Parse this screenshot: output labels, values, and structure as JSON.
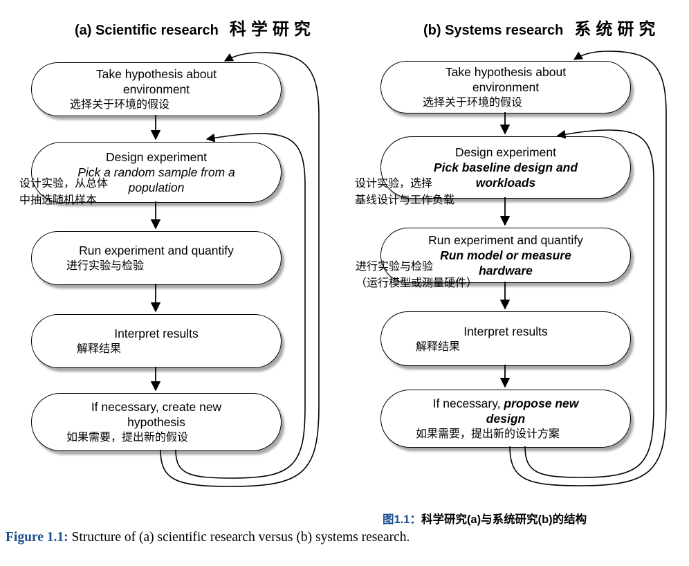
{
  "accent_color": "#1d4f91",
  "diagram": {
    "column_a": {
      "title_en": "(a) Scientific research",
      "title_zh": "科学研究",
      "box1": {
        "l1": "Take hypothesis about",
        "l2": "environment",
        "zh": "选择关于环境的假设"
      },
      "box2": {
        "l1": "Design experiment",
        "l2": "Pick a random sample from a",
        "l3": "population",
        "note_l1": "设计实验，从总体",
        "note_l2": "中抽选随机样本"
      },
      "box3": {
        "l1": "Run experiment and quantify",
        "zh": "进行实验与检验"
      },
      "box4": {
        "l1": "Interpret results",
        "zh": "解释结果"
      },
      "box5": {
        "l1": "If necessary, create new",
        "l2": "hypothesis",
        "zh": "如果需要，提出新的假设"
      }
    },
    "column_b": {
      "title_en": "(b) Systems research",
      "title_zh": "系统研究",
      "box1": {
        "l1": "Take hypothesis about",
        "l2": "environment",
        "zh": "选择关于环境的假设"
      },
      "box2": {
        "l1": "Design experiment",
        "l2": "Pick baseline design and",
        "l3": "workloads",
        "note_l1": "设计实验，选择",
        "note_l2": "基线设计与工作负载"
      },
      "box3": {
        "l1": "Run experiment and quantify",
        "l2": "Run model or measure",
        "l3": "hardware",
        "note_l1": "进行实验与检验",
        "note_l2": "（运行模型或测量硬件）"
      },
      "box4": {
        "l1": "Interpret results",
        "zh": "解释结果"
      },
      "box5": {
        "l1a": "If necessary, ",
        "l1b": "propose new",
        "l2": "design",
        "zh": "如果需要，提出新的设计方案"
      }
    }
  },
  "caption_zh": {
    "label": "图1.1：",
    "text": "科学研究(a)与系统研究(b)的结构"
  },
  "caption_en": {
    "label": "Figure 1.1:",
    "text": "  Structure of (a) scientific research versus (b) systems research."
  }
}
